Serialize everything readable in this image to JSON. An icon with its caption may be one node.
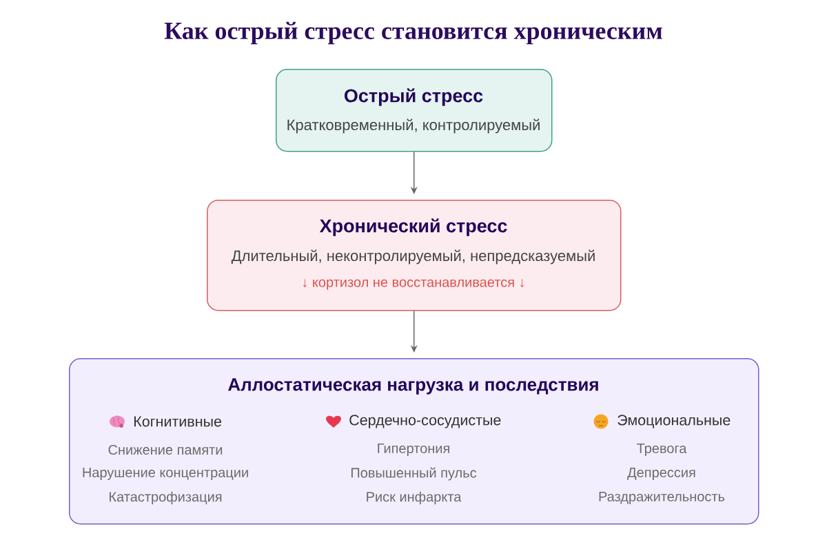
{
  "diagram": {
    "title": "Как острый стресс становится хроническим",
    "nodes": [
      {
        "text": [
          "Острый стресс",
          "Кратковременный, контролируемый"
        ]
      },
      {
        "text": [
          "Хронический стресс",
          "Длительный, неконтролируемый, непредсказуемый",
          "↓ кортизол не восстанавливается ↓"
        ]
      },
      {
        "text": [
          "Аллостатическая нагрузка и последствия",
          "Когнитивные",
          "Снижение памяти",
          "Нарушение концентрации",
          "Катастрофизация",
          "Сердечно-сосудистые",
          "Гипертония",
          "Повышенный пульс",
          "Риск инфаркта",
          "Эмоциональные",
          "Тревога",
          "Депрессия",
          "Раздражительность"
        ]
      }
    ],
    "edges": [
      {
        "from": 0,
        "to": 1,
        "arrow": "to"
      },
      {
        "from": 1,
        "to": 2,
        "arrow": "to"
      }
    ]
  }
}
